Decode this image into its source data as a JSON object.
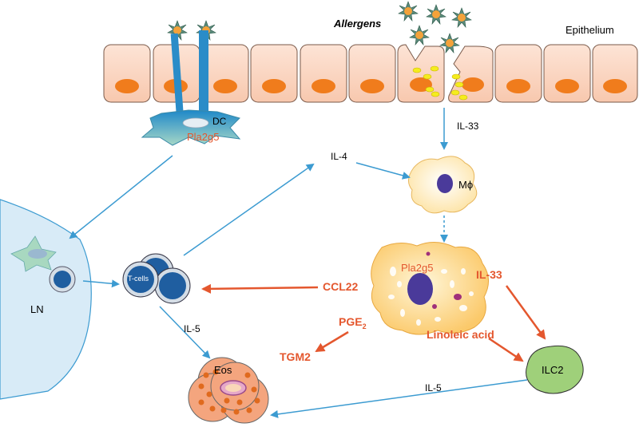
{
  "labels": {
    "allergens": "Allergens",
    "epithelium": "Epithelium",
    "dc": "DC",
    "pla2g5_dc": "Pla2g5",
    "il33_epi": "IL-33",
    "il4": "IL-4",
    "macrophage": "Mϕ",
    "pla2g5_mac": "Pla2g5",
    "il33_mac": "IL-33",
    "ccl22": "CCL22",
    "pge2_main": "PGE",
    "pge2_sub": "2",
    "linoleic": "Linoleic acid",
    "tgm2": "TGM2",
    "ilc2": "ILC2",
    "il5_t": "IL-5",
    "il5_ilc2": "IL-5",
    "tcells": "T-cells",
    "ln": "LN",
    "eos": "Eos"
  },
  "colors": {
    "blue_arrow": "#3c9bd1",
    "orange_arrow": "#e4572e",
    "orange_text": "#e4572e",
    "epi_cell": "#fbd1bb",
    "nucleus": "#f07c1c",
    "dc_body": "#4aa6c4",
    "ln_fill": "#d8ebf7",
    "mac_fill": "#fff0c8",
    "ilc2_fill": "#9fd07a",
    "eos_fill": "#f4a57e",
    "tcell_nucleus": "#1f5ea0"
  }
}
